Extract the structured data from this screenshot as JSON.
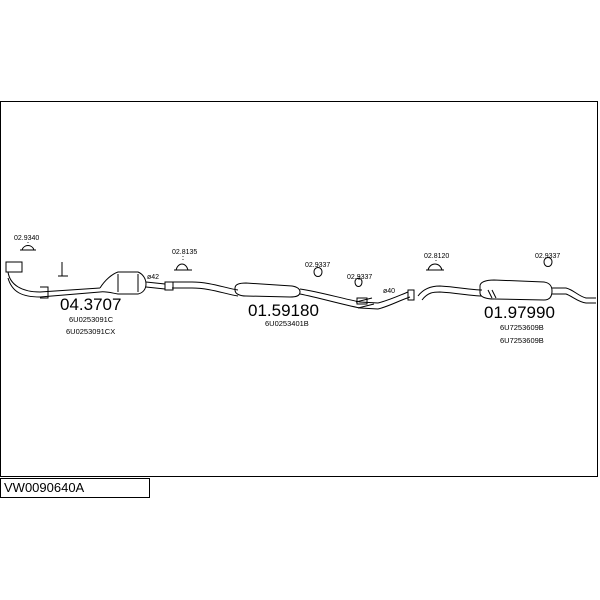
{
  "diagram_code": "VW0090640A",
  "parts": [
    {
      "id": "p1",
      "number": "04.3707",
      "refs": [
        "6U0253091C",
        "6U0253091CX"
      ]
    },
    {
      "id": "p2",
      "number": "01.59180",
      "refs": [
        "6U0253401B"
      ]
    },
    {
      "id": "p3",
      "number": "01.97990",
      "refs": [
        "6U7253609B",
        "6U7253609B"
      ]
    }
  ],
  "accessories": [
    "02.9340",
    "02.8135",
    "02.9337",
    "02.9337",
    "02.8120",
    "02.9337"
  ],
  "diameters": [
    "ø42",
    "ø40"
  ],
  "colors": {
    "stroke": "#000000",
    "background": "#ffffff"
  }
}
